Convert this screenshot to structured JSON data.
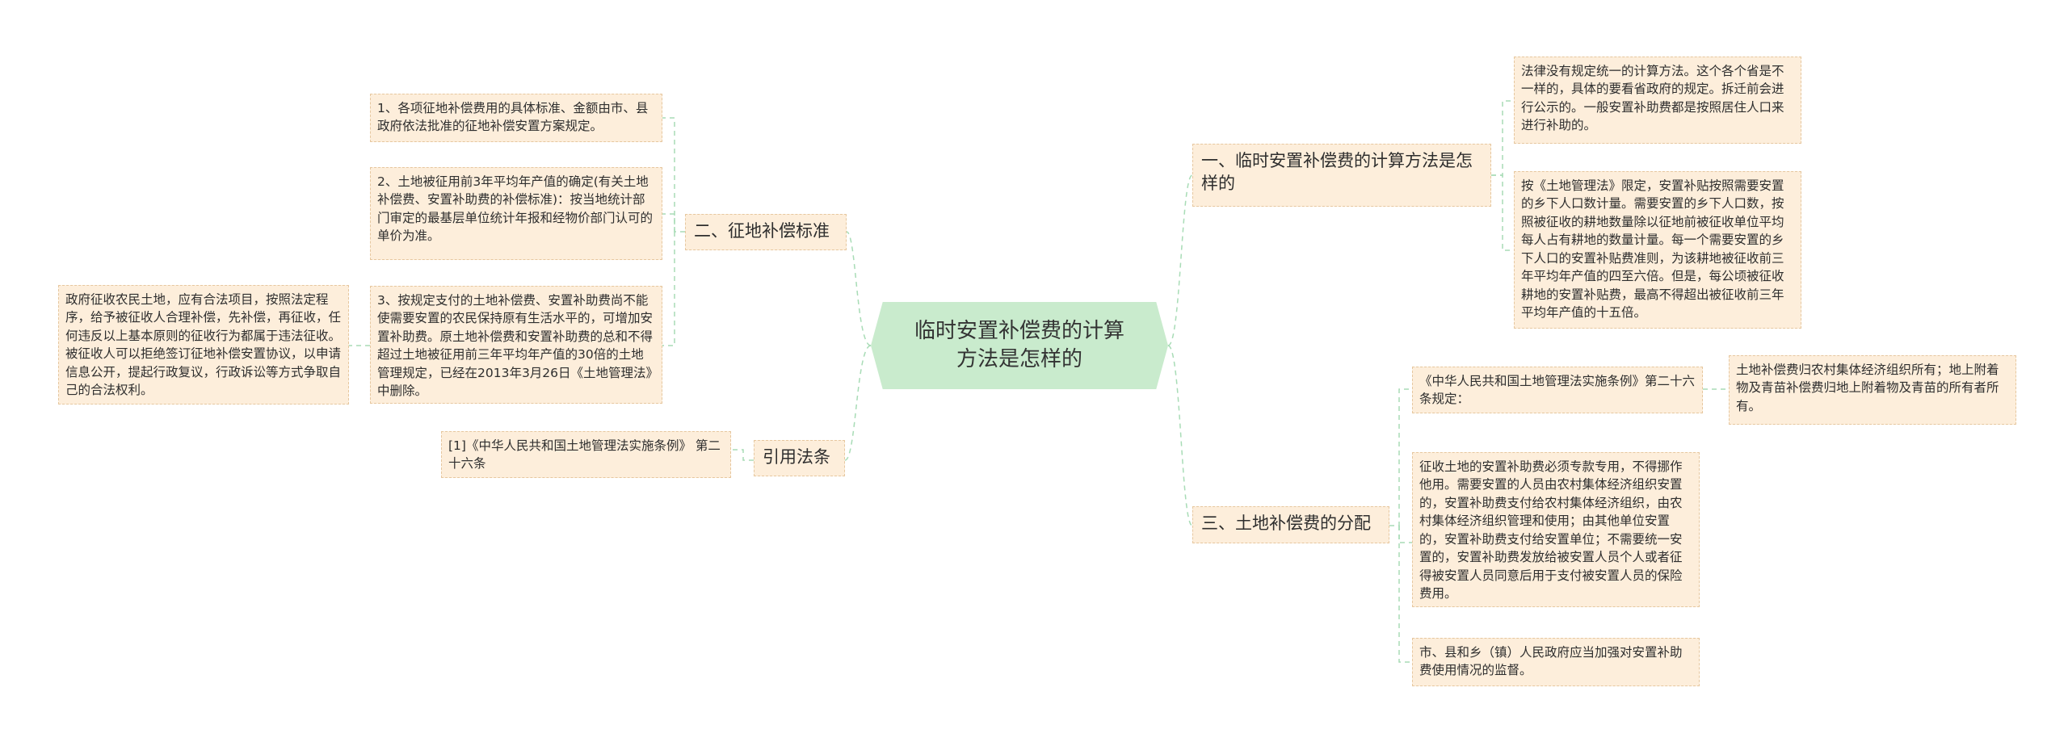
{
  "root": {
    "title": "临时安置补偿费的计算方法是怎样的"
  },
  "left": {
    "branch_standard": {
      "label": "二、征地补偿标准",
      "items": [
        "1、各项征地补偿费用的具体标准、金额由市、县政府依法批准的征地补偿安置方案规定。",
        "2、土地被征用前3年平均年产值的确定(有关土地补偿费、安置补助费的补偿标准)：按当地统计部门审定的最基层单位统计年报和经物价部门认可的单价为准。",
        "3、按规定支付的土地补偿费、安置补助费尚不能使需要安置的农民保持原有生活水平的，可增加安置补助费。原土地补偿费和安置补助费的总和不得超过土地被征用前三年平均年产值的30倍的土地管理规定，已经在2013年3月26日《土地管理法》中删除。"
      ],
      "sub_item": "政府征收农民土地，应有合法项目，按照法定程序，给予被征收人合理补偿，先补偿，再征收，任何违反以上基本原则的征收行为都属于违法征收。被征收人可以拒绝签订征地补偿安置协议，以申请信息公开，提起行政复议，行政诉讼等方式争取自己的合法权利。"
    },
    "branch_ref": {
      "label": "引用法条",
      "items": [
        "[1]《中华人民共和国土地管理法实施条例》 第二十六条"
      ]
    }
  },
  "right": {
    "branch_calc": {
      "label": "一、临时安置补偿费的计算方法是怎样的",
      "items": [
        "法律没有规定统一的计算方法。这个各个省是不一样的，具体的要看省政府的规定。拆迁前会进行公示的。一般安置补助费都是按照居住人口来进行补助的。",
        "按《土地管理法》限定，安置补贴按照需要安置的乡下人口数计量。需要安置的乡下人口数，按照被征收的耕地数量除以征地前被征收单位平均每人占有耕地的数量计量。每一个需要安置的乡下人口的安置补贴费准则，为该耕地被征收前三年平均年产值的四至六倍。但是，每公顷被征收耕地的安置补贴费，最高不得超出被征收前三年平均年产值的十五倍。"
      ]
    },
    "branch_alloc": {
      "label": "三、土地补偿费的分配",
      "items": [
        "《中华人民共和国土地管理法实施条例》第二十六条规定：",
        "征收土地的安置补助费必须专款专用，不得挪作他用。需要安置的人员由农村集体经济组织安置的，安置补助费支付给农村集体经济组织，由农村集体经济组织管理和使用；由其他单位安置的，安置补助费支付给安置单位；不需要统一安置的，安置补助费发放给被安置人员个人或者征得被安置人员同意后用于支付被安置人员的保险费用。",
        "市、县和乡（镇）人民政府应当加强对安置补助费使用情况的监督。"
      ],
      "sub_item": "土地补偿费归农村集体经济组织所有；地上附着物及青苗补偿费归地上附着物及青苗的所有者所有。"
    }
  }
}
